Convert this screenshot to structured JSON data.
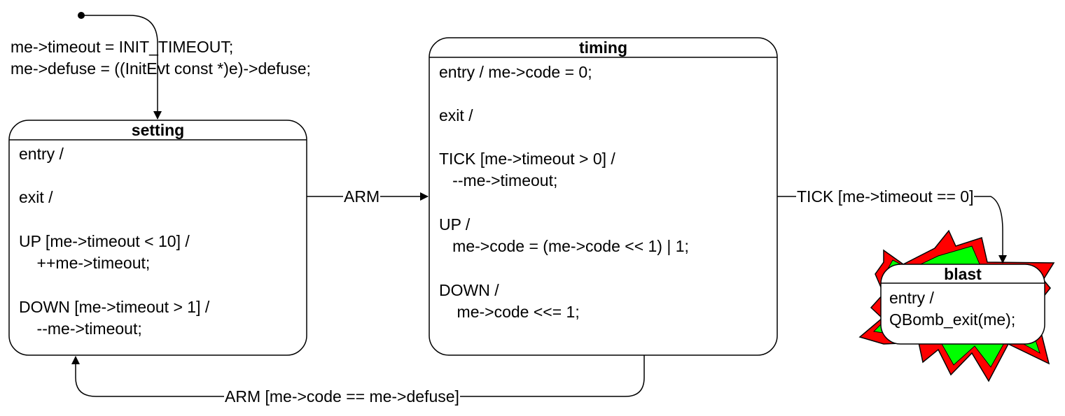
{
  "initial": {
    "line1": "me->timeout = INIT_TIMEOUT;",
    "line2": "me->defuse = ((InitEvt const *)e)->defuse;"
  },
  "states": {
    "setting": {
      "title": "setting",
      "lines": [
        "entry /",
        "exit /",
        "UP [me->timeout < 10] /",
        "    ++me->timeout;",
        "DOWN [me->timeout > 1] /",
        "    --me->timeout;"
      ]
    },
    "timing": {
      "title": "timing",
      "lines": [
        "entry / me->code = 0;",
        "exit /",
        "TICK [me->timeout > 0] /",
        "   --me->timeout;",
        "UP /",
        "   me->code = (me->code << 1) | 1;",
        "DOWN /",
        "    me->code <<= 1;"
      ]
    },
    "blast": {
      "title": "blast",
      "lines": [
        "entry /",
        "QBomb_exit(me);"
      ]
    }
  },
  "transitions": {
    "arm": "ARM",
    "tick_zero": "TICK [me->timeout == 0]",
    "arm_defuse": "ARM [me->code == me->defuse]"
  },
  "colors": {
    "star_outer": "#ff0000",
    "star_inner": "#00ff00"
  }
}
